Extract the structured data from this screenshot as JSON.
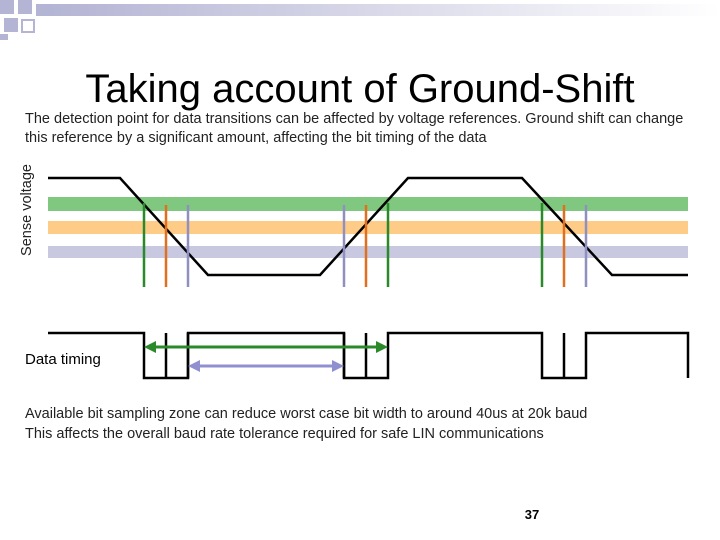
{
  "slide": {
    "title": "Taking account of Ground-Shift",
    "subtitle": "The detection point for data transitions can be affected by voltage references. Ground shift can change this reference by a significant amount, affecting the bit timing of the data",
    "y_axis_label": "Sense voltage",
    "timing_label": "Data timing",
    "footnote_lines": [
      "Available bit sampling zone can reduce worst case bit width to around 40us at 20k baud",
      "This affects the overall baud rate tolerance required for safe LIN communications"
    ],
    "page_number": "37"
  },
  "colors": {
    "threshold_green": "#80c880",
    "threshold_orange": "#ffcc88",
    "threshold_lavender": "#c8c8e0",
    "marker_green": "#2a8a2a",
    "marker_orange": "#e07020",
    "marker_lavender": "#9090c0",
    "arrow_green": "#2a8a2a",
    "arrow_lavender": "#9090d0",
    "corner_squares": "#b4b4d4"
  }
}
